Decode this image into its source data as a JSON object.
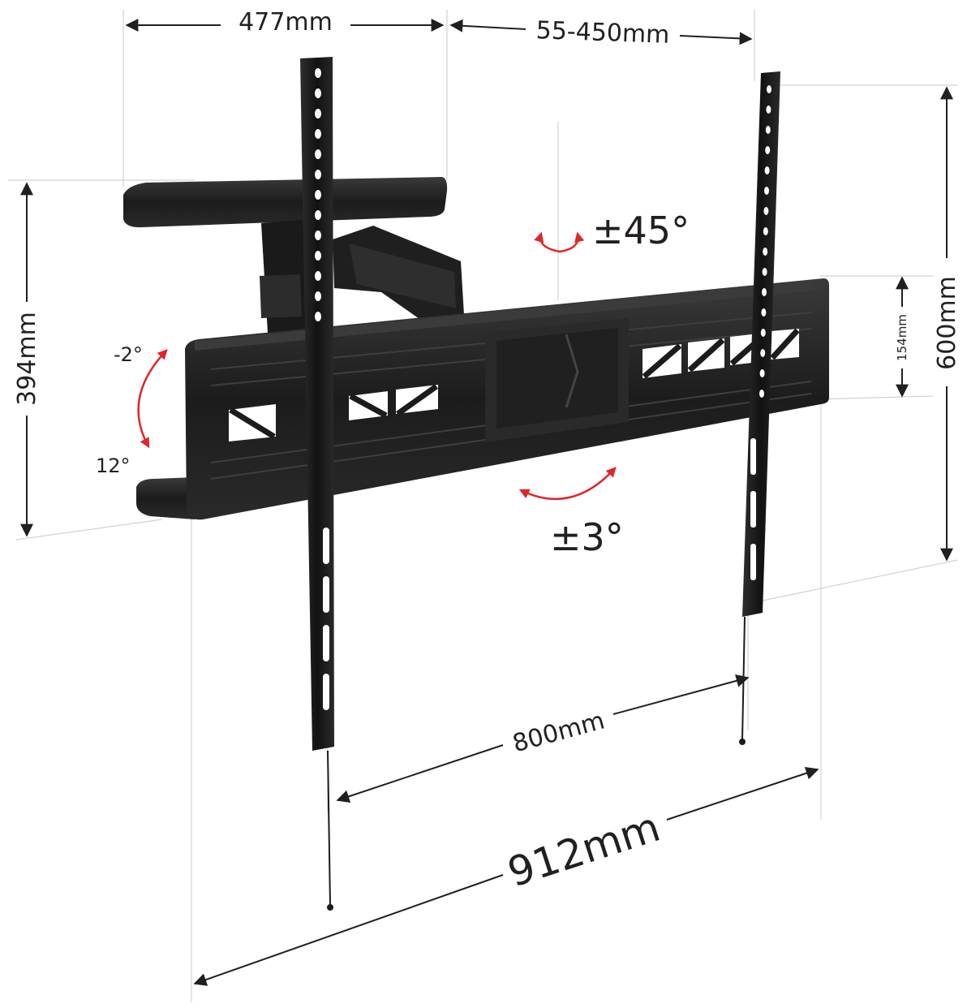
{
  "dimensions": {
    "arm_depth": "477mm",
    "wall_distance": "55-450mm",
    "arm_height": "394mm",
    "plate_height": "154mm",
    "max_vertical": "600mm",
    "min_spacing": "800mm",
    "max_width": "912mm"
  },
  "angles": {
    "swivel": "±45°",
    "tilt_up": "-2°",
    "tilt_down": "12°",
    "rotate": "±3°"
  },
  "colors": {
    "metal": "#1c1c1c",
    "metal_highlight": "#3a3a3a",
    "arrow_red": "#e0262b",
    "dim_line": "#231f20",
    "guide_line": "#c8c8c8"
  }
}
